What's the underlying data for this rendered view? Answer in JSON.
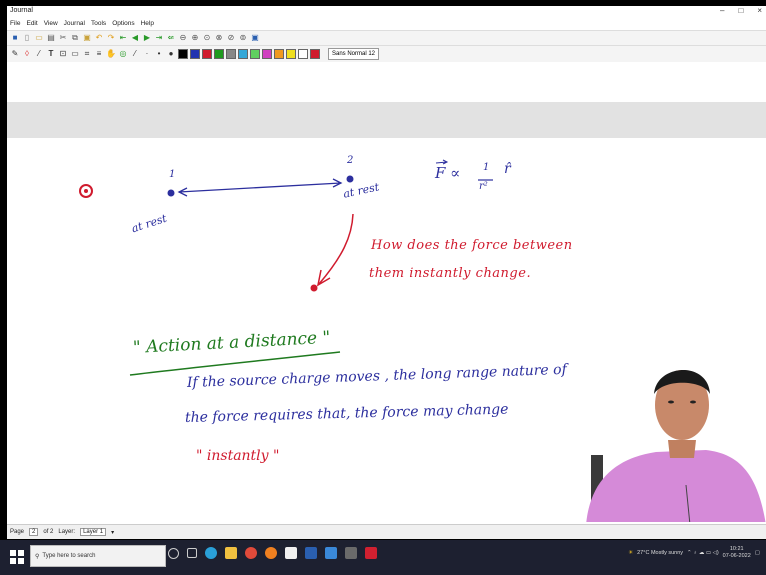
{
  "window": {
    "title": "Journal",
    "controls": {
      "minimize": "–",
      "maximize": "□",
      "close": "×"
    }
  },
  "menu": [
    "File",
    "Edit",
    "View",
    "Journal",
    "Tools",
    "Options",
    "Help"
  ],
  "toolbar": {
    "zoom_select": "Sans Normal  12"
  },
  "colors": {
    "ink_blue": "#2c2f9e",
    "ink_red": "#d01b2e",
    "ink_green": "#1f7a1f",
    "ink_black": "#111111"
  },
  "page": {
    "charge_1_label": "1",
    "charge_2_label": "2",
    "at_rest_1": "at rest",
    "at_rest_2": "at rest",
    "formula_F": "F ∝",
    "formula_num": "1",
    "formula_den": "r²",
    "formula_rhat": "r̂",
    "question_line1": "How does the force between",
    "question_line2": "them instantly change.",
    "heading": "\" Action at a distance \"",
    "body_line1": "If the source charge moves , the long range nature of",
    "body_line2": "the force requires that, the force may change",
    "body_line3": "\" instantly \""
  },
  "status": {
    "page_label": "Page",
    "page_value": "2",
    "page_total": "of 2",
    "layer_label": "Layer:",
    "layer_value": "Layer 1"
  },
  "taskbar": {
    "search_placeholder": "Type here to search",
    "weather": "27°C  Mostly sunny",
    "time": "10:21",
    "date": "07-06-2022"
  }
}
